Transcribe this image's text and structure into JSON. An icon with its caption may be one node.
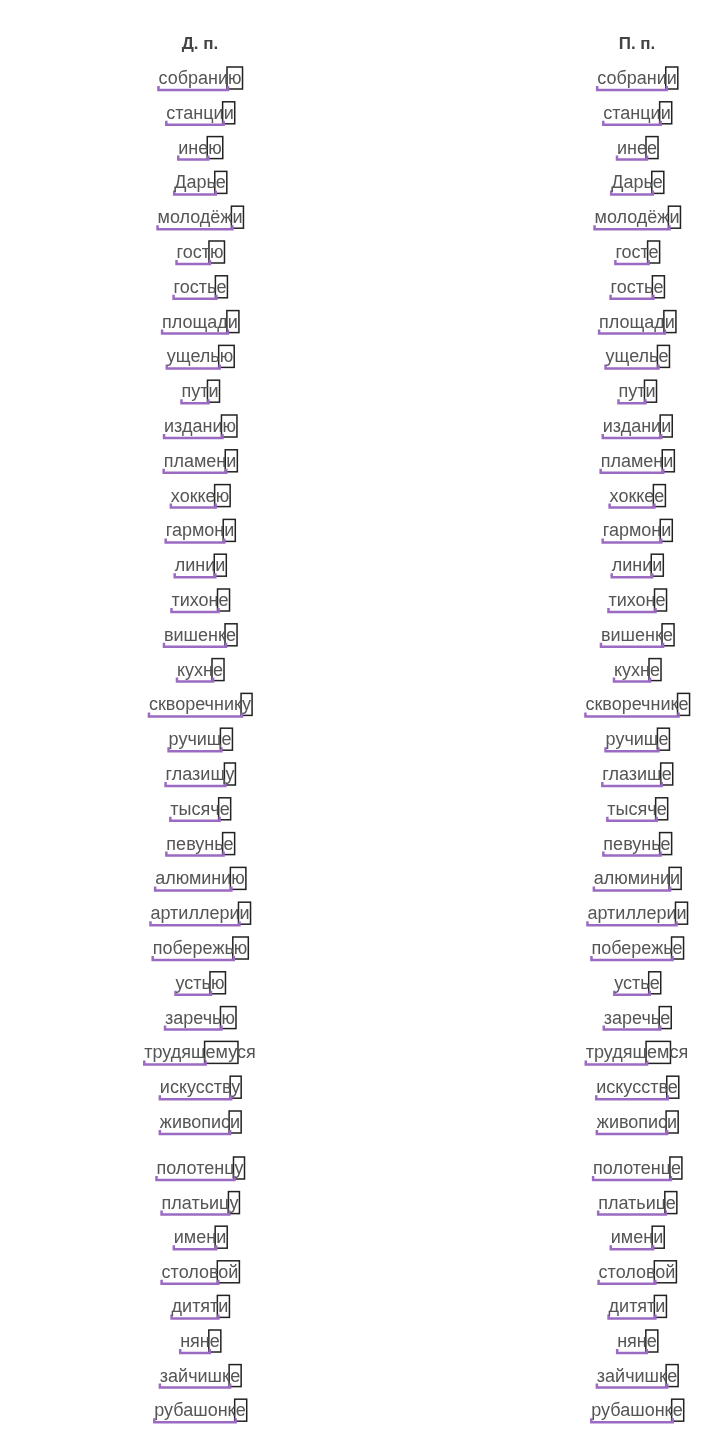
{
  "diagram": {
    "labels": [
      "Д. п.",
      "П. п.",
      "собранию",
      "собрании",
      "станции",
      "станции",
      "инею",
      "инее",
      "Дарье",
      "Дарье",
      "молодёжи",
      "молодёжи",
      "гостю",
      "госте",
      "гостье",
      "гостье",
      "площади",
      "площади",
      "ущелью",
      "ущелье",
      "пути",
      "пути",
      "изданию",
      "издании",
      "пламени",
      "пламени",
      "хоккею",
      "хоккее",
      "гармони",
      "гармони",
      "линии",
      "линии",
      "тихоне",
      "тихоне",
      "вишенке",
      "вишенке",
      "кухне",
      "кухне",
      "скворечнику",
      "скворечнике",
      "ручище",
      "ручище",
      "глазищу",
      "глазище",
      "тысяче",
      "тысяче",
      "певунье",
      "певунье",
      "алюминию",
      "алюминии",
      "артиллерии",
      "артиллерии",
      "побережью",
      "побережье",
      "устью",
      "устье",
      "заречью",
      "заречье",
      "трудящемуся",
      "трудящемся",
      "искусству",
      "искусстве",
      "живописи",
      "живописи",
      "полотенцу",
      "полотенце",
      "платьицу",
      "платьице",
      "имени",
      "имени",
      "столовой",
      "столовой",
      "дитяти",
      "дитяти",
      "няне",
      "няне",
      "зайчишке",
      "зайчишке",
      "рубашонке",
      "рубашонке"
    ]
  }
}
